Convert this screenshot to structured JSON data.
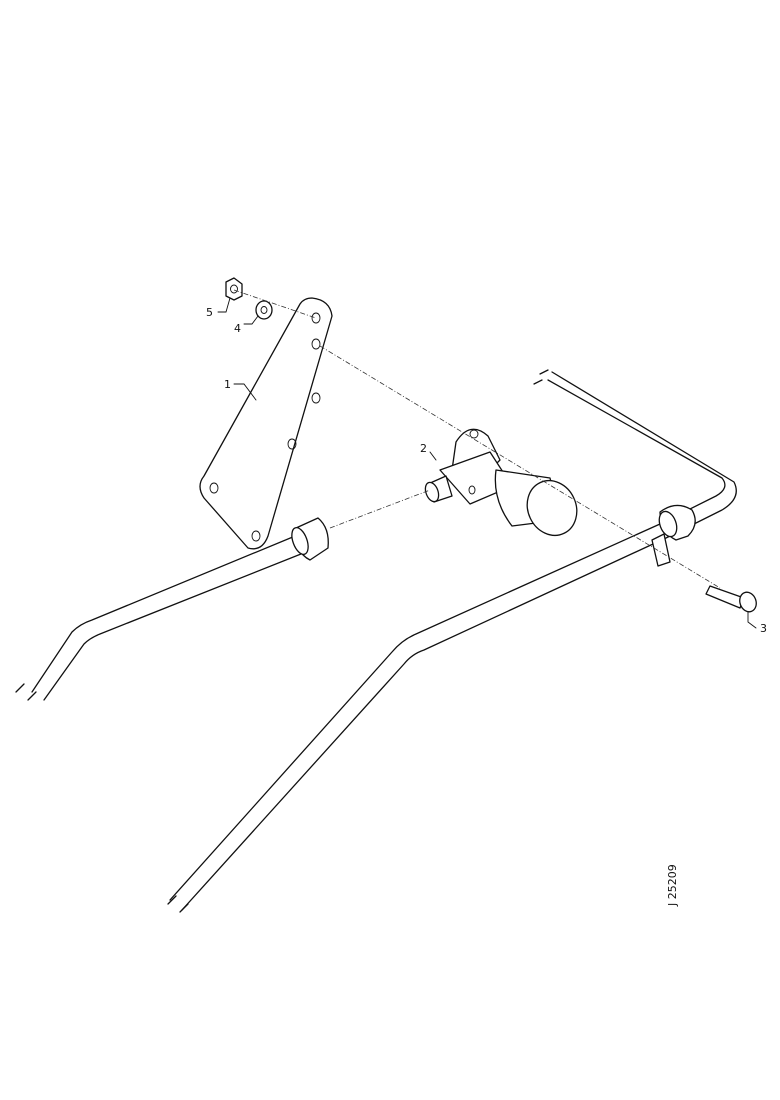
{
  "callouts": [
    {
      "id": "1",
      "text": "1"
    },
    {
      "id": "2",
      "text": "2"
    },
    {
      "id": "3",
      "text": "3"
    },
    {
      "id": "4",
      "text": "4"
    },
    {
      "id": "5",
      "text": "5"
    }
  ],
  "drawing_number": "J 25209"
}
